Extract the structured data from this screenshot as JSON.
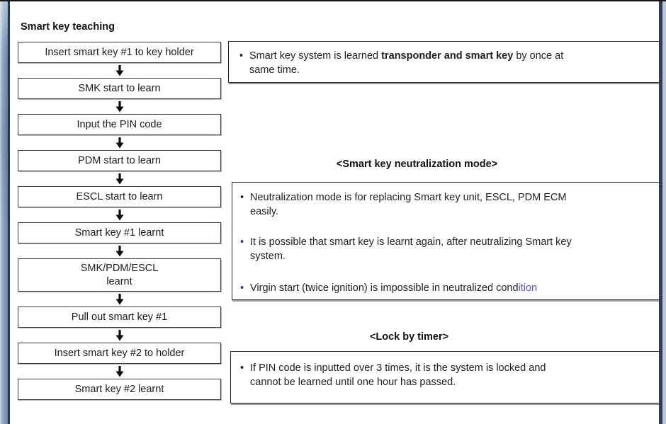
{
  "page": {
    "title": "Smart key teaching"
  },
  "flowchart": {
    "steps": [
      {
        "label": "Insert smart key #1 to key holder"
      },
      {
        "label": "SMK start to learn"
      },
      {
        "label": "Input the PIN code"
      },
      {
        "label": "PDM start to learn"
      },
      {
        "label": "ESCL start to learn"
      },
      {
        "label": "Smart key #1 learnt"
      },
      {
        "label": "SMK/PDM/ESCL\nlearnt"
      },
      {
        "label": "Pull out smart key #1"
      },
      {
        "label": "Insert smart key #2 to holder"
      },
      {
        "label": "Smart key #2 learnt"
      }
    ],
    "arrow_icon": "down-arrow"
  },
  "notes": {
    "intro": {
      "bullet": "•",
      "prefix": "Smart key system is learned ",
      "bold": "transponder and smart key",
      "suffix": " by once at",
      "line2": "same  time."
    },
    "neutralization": {
      "heading": "<Smart key neutralization mode>",
      "bullets": [
        {
          "bullet": "•",
          "line1": "Neutralization mode is for replacing Smart key unit, ESCL, PDM ECM",
          "line2": "easily."
        },
        {
          "bullet": "•",
          "line1": "It is possible that smart key is learnt again, after neutralizing Smart key",
          "line2": "system."
        },
        {
          "bullet": "•",
          "text": "Virgin start (twice ignition) is impossible in neutralized cond",
          "text_blue": "ition"
        }
      ]
    },
    "lock_timer": {
      "heading": "<Lock by timer>",
      "bullet": "•",
      "line1": "If PIN code is inputted over 3 times, it is the system is locked and",
      "line2": "cannot be learned until one hour has passed."
    }
  },
  "colors": {
    "blue_bullet": "#30309a",
    "blue_text": "#5a50cc",
    "frame_steel_blue": "#7f9fbf",
    "frame_navy": "#2c3e5c",
    "box_border": "#2b2b2b",
    "text": "#1f1f1f"
  }
}
